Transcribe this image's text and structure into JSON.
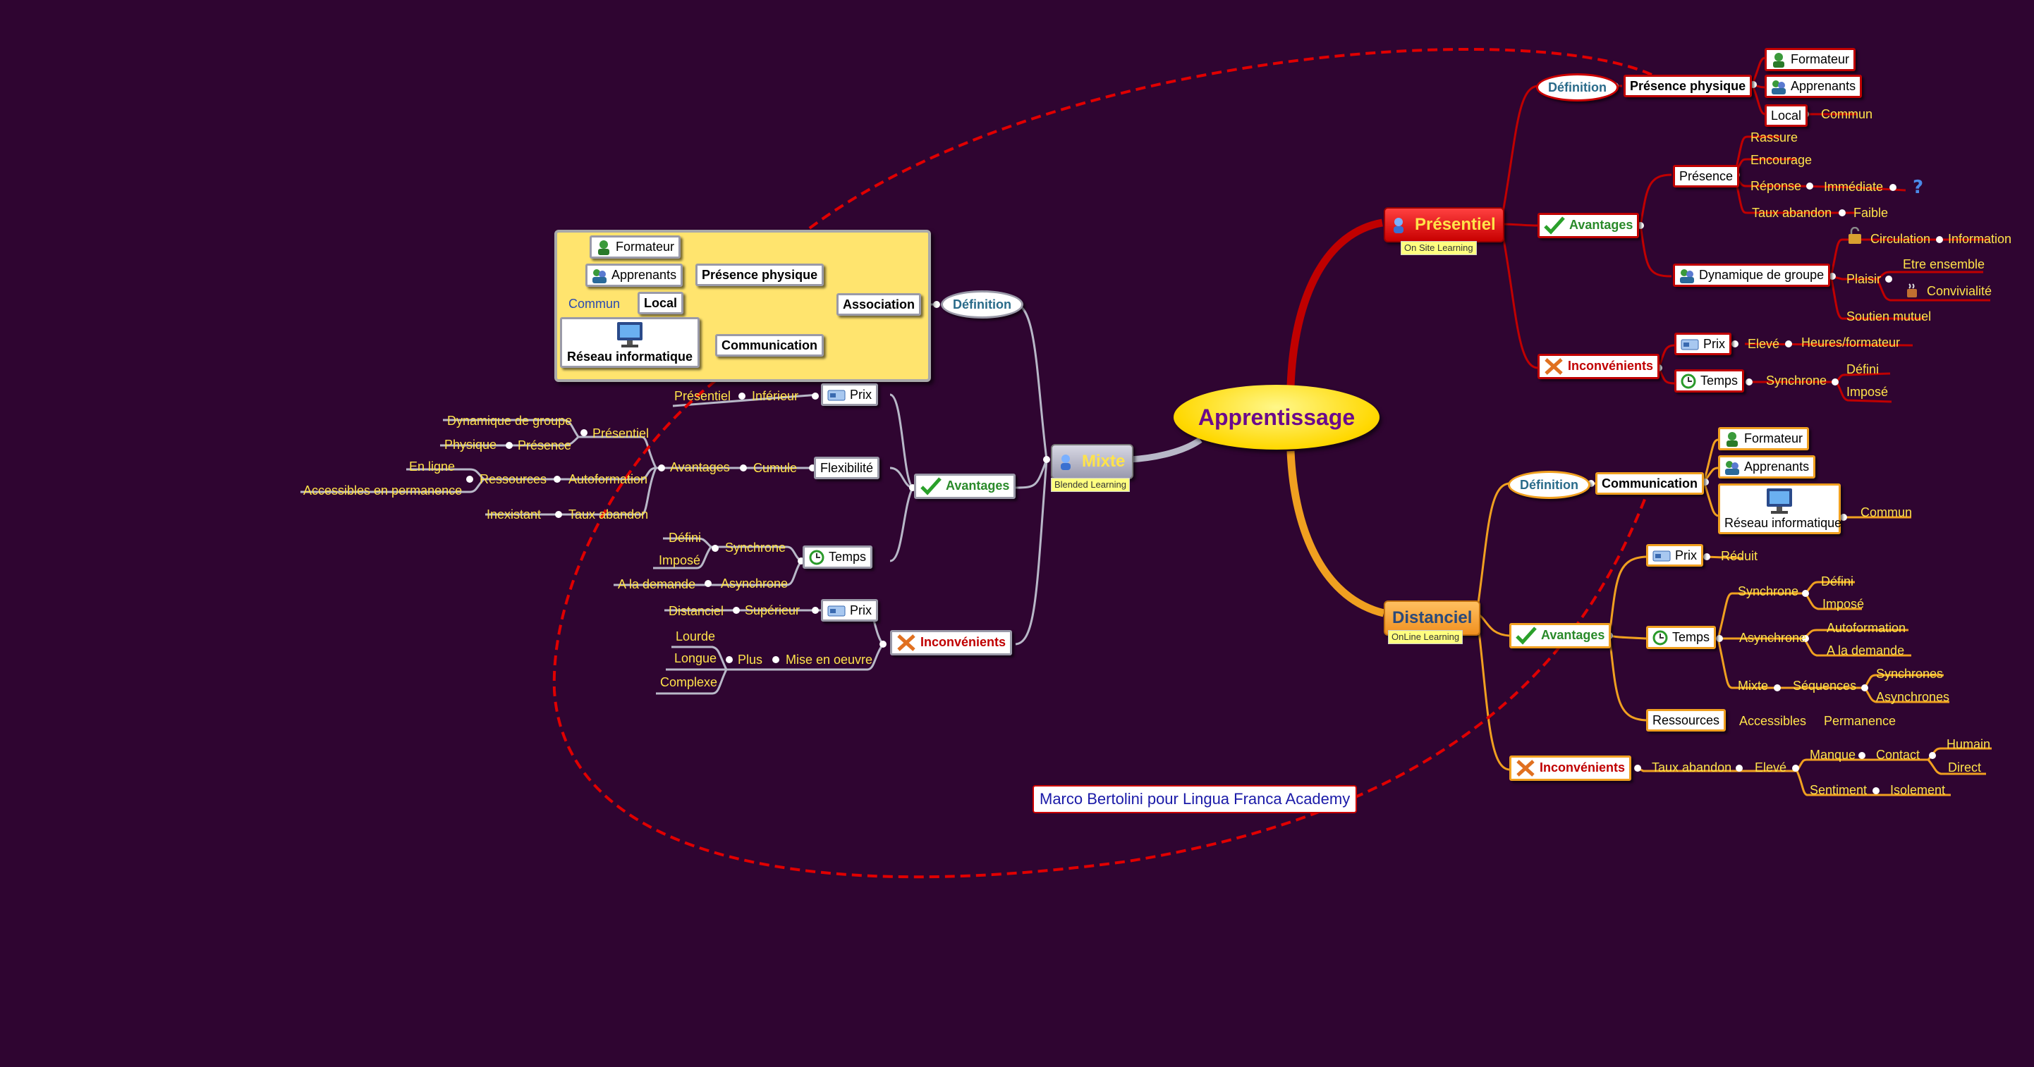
{
  "center": "Apprentissage",
  "credit": "Marco Bertolini pour Lingua Franca Academy",
  "presentiel": {
    "title": "Présentiel",
    "caption": "On Site Learning",
    "definition": "Définition",
    "presence_physique": "Présence physique",
    "formateur": "Formateur",
    "apprenants": "Apprenants",
    "local": "Local",
    "commun": "Commun",
    "avantages": "Avantages",
    "presence": "Présence",
    "rassure": "Rassure",
    "encourage": "Encourage",
    "reponse": "Réponse",
    "immediate": "Immédiate",
    "taux_abandon": "Taux abandon",
    "faible": "Faible",
    "dynamique": "Dynamique de groupe",
    "circulation": "Circulation",
    "information": "Information",
    "plaisir": "Plaisir",
    "etre_ensemble": "Etre ensemble",
    "convivialite": "Convivialité",
    "soutien": "Soutien mutuel",
    "inconvenients": "Inconvénients",
    "prix": "Prix",
    "eleve": "Elevé",
    "heures": "Heures/formateur",
    "temps": "Temps",
    "synchrone": "Synchrone",
    "defini": "Défini",
    "impose": "Imposé"
  },
  "distanciel": {
    "title": "Distanciel",
    "caption": "OnLine Learning",
    "definition": "Définition",
    "communication": "Communication",
    "formateur": "Formateur",
    "apprenants": "Apprenants",
    "reseau": "Réseau informatique",
    "commun": "Commun",
    "avantages": "Avantages",
    "prix": "Prix",
    "reduit": "Réduit",
    "temps": "Temps",
    "synchrone": "Synchrone",
    "defini": "Défini",
    "impose": "Imposé",
    "asynchrone": "Asynchrone",
    "autoformation": "Autoformation",
    "a_la_demande": "A la demande",
    "mixte": "Mixte",
    "sequences": "Séquences",
    "synchrones": "Synchrones",
    "asynchrones": "Asynchrones",
    "ressources": "Ressources",
    "accessibles": "Accessibles",
    "permanence": "Permanence",
    "inconvenients": "Inconvénients",
    "taux_abandon": "Taux abandon",
    "eleve": "Elevé",
    "manque": "Manque",
    "contact": "Contact",
    "humain": "Humain",
    "direct": "Direct",
    "sentiment": "Sentiment",
    "isolement": "Isolement"
  },
  "mixte": {
    "title": "Mixte",
    "caption": "Blended Learning",
    "definition": "Définition",
    "association": "Association",
    "presence_physique": "Présence physique",
    "communication": "Communication",
    "formateur": "Formateur",
    "apprenants": "Apprenants",
    "local": "Local",
    "commun": "Commun",
    "reseau": "Réseau informatique",
    "avantages": "Avantages",
    "prix": "Prix",
    "presentiel": "Présentiel",
    "inferieur": "Inférieur",
    "flexibilite": "Flexibilité",
    "cumule": "Cumule",
    "avantages2": "Avantages",
    "presentiel2": "Présentiel",
    "dynamique": "Dynamique de groupe",
    "physique": "Physique",
    "presence": "Présence",
    "ressources": "Ressources",
    "en_ligne": "En ligne",
    "accessibles": "Accessibles en permanence",
    "autoformation": "Autoformation",
    "taux_abandon": "Taux abandon",
    "inexistant": "Inexistant",
    "temps": "Temps",
    "synchrone": "Synchrone",
    "defini": "Défini",
    "impose": "Imposé",
    "asynchrone": "Asynchrone",
    "a_la_demande": "A la demande",
    "inconvenients": "Inconvénients",
    "prix2": "Prix",
    "superieur": "Supérieur",
    "distanciel": "Distanciel",
    "plus": "Plus",
    "mise_en_oeuvre": "Mise en oeuvre",
    "lourde": "Lourde",
    "longue": "Longue",
    "complexe": "Complexe"
  },
  "colors": {
    "background": "#2f0531",
    "red_branch": "#c00000",
    "orange_branch": "#f0a020",
    "grey_branch": "#b8b8c8",
    "text": "#ffe34a",
    "center": "#ffd800"
  }
}
